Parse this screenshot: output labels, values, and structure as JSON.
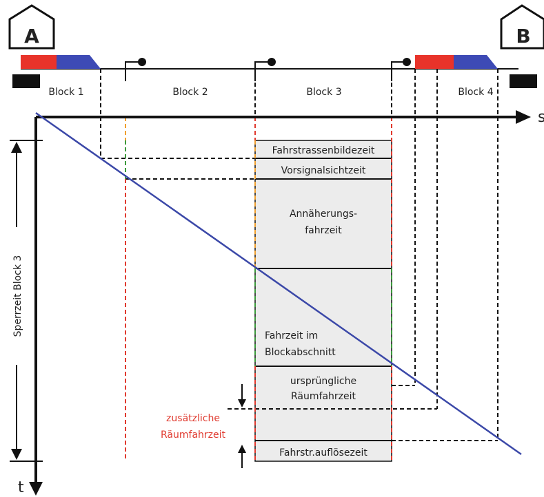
{
  "stations": {
    "a": "A",
    "b": "B"
  },
  "blocks": [
    "Block 1",
    "Block 2",
    "Block 3",
    "Block 4"
  ],
  "axes": {
    "s": "s",
    "t": "t"
  },
  "vertical_label": "Sperrzeit Block 3",
  "phases": {
    "fahrstrassenbildezeit": "Fahrstrassenbildezeit",
    "vorsignalsichtzeit": "Vorsignalsichtzeit",
    "annaeherung_1": "Annäherungs-",
    "annaeherung_2": "fahrzeit",
    "fahrzeit_1": "Fahrzeit im",
    "fahrzeit_2": "Blockabschnitt",
    "raeum_1": "ursprüngliche",
    "raeum_2": "Räumfahrzeit",
    "aufloese": "Fahrstr.auflösezeit"
  },
  "extra": {
    "line1": "zusätzliche",
    "line2": "Räumfahrzeit"
  },
  "colors": {
    "train_red": "#e8332a",
    "train_blue": "#3d4ab5",
    "trajectory": "#3b48a8",
    "box_fill": "#ececec",
    "signal_red": "#e03a2f",
    "signal_orange": "#f0a030",
    "signal_green": "#3c9a3c"
  }
}
